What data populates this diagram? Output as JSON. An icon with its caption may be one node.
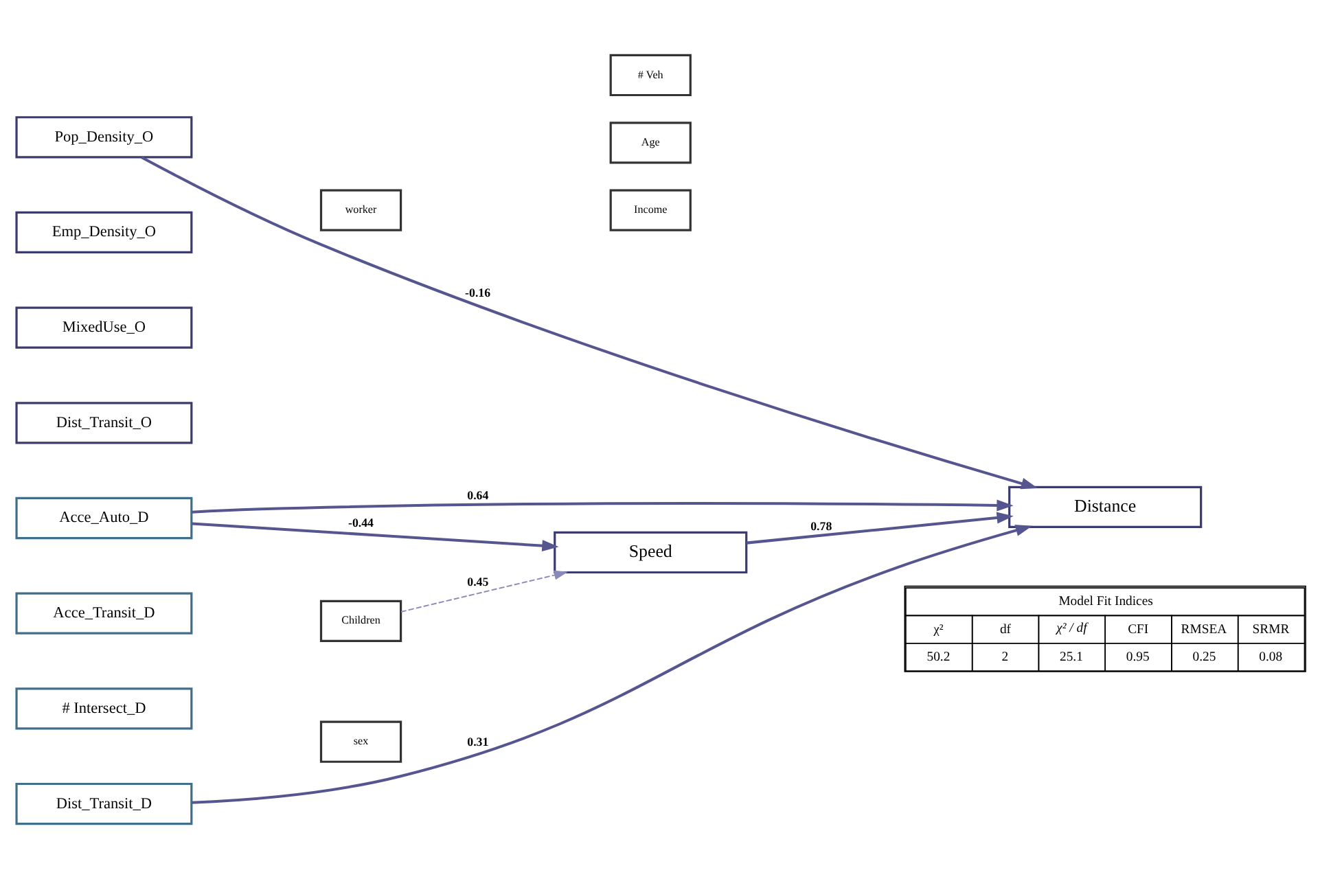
{
  "diagram": {
    "nodes": [
      {
        "text": [
          "Pop_Density_O"
        ]
      },
      {
        "text": [
          "Emp_Density_O"
        ]
      },
      {
        "text": [
          "MixedUse_O"
        ]
      },
      {
        "text": [
          "Dist_Transit_O"
        ]
      },
      {
        "text": [
          "Acce_Auto_D"
        ]
      },
      {
        "text": [
          "Acce_Transit_D"
        ]
      },
      {
        "text": [
          "# Intersect_D"
        ]
      },
      {
        "text": [
          "Dist_Transit_D"
        ]
      },
      {
        "text": [
          "Speed"
        ]
      },
      {
        "text": [
          "Distance"
        ]
      },
      {
        "text": [
          "sex"
        ]
      },
      {
        "text": [
          "Children"
        ]
      },
      {
        "text": [
          "worker"
        ]
      },
      {
        "text": [
          "Income"
        ]
      },
      {
        "text": [
          "Age"
        ]
      },
      {
        "text": [
          "# Veh"
        ]
      }
    ],
    "edges": [
      {
        "from": 0,
        "to": 9,
        "arrow": "to",
        "label": "-0.16"
      },
      {
        "from": 8,
        "to": 9,
        "arrow": "to",
        "label": "0.78"
      },
      {
        "from": 4,
        "to": 8,
        "arrow": "to",
        "label": "-0.44"
      },
      {
        "from": 4,
        "to": 9,
        "arrow": "to",
        "label": "0.64"
      },
      {
        "from": 7,
        "to": 9,
        "arrow": "to",
        "label": "0.31"
      },
      {
        "from": 11,
        "to": 8,
        "arrow": "to",
        "label": "0.45",
        "style": "dashed",
        "color": "#8a8ab8"
      }
    ],
    "labels": [
      "Model Fit Indices",
      "χ²",
      "df",
      "χ² / df",
      "CFI",
      "RMSEA",
      "SRMR",
      "50.2",
      "2",
      "25.1",
      "0.95",
      "0.25",
      "0.08"
    ]
  }
}
